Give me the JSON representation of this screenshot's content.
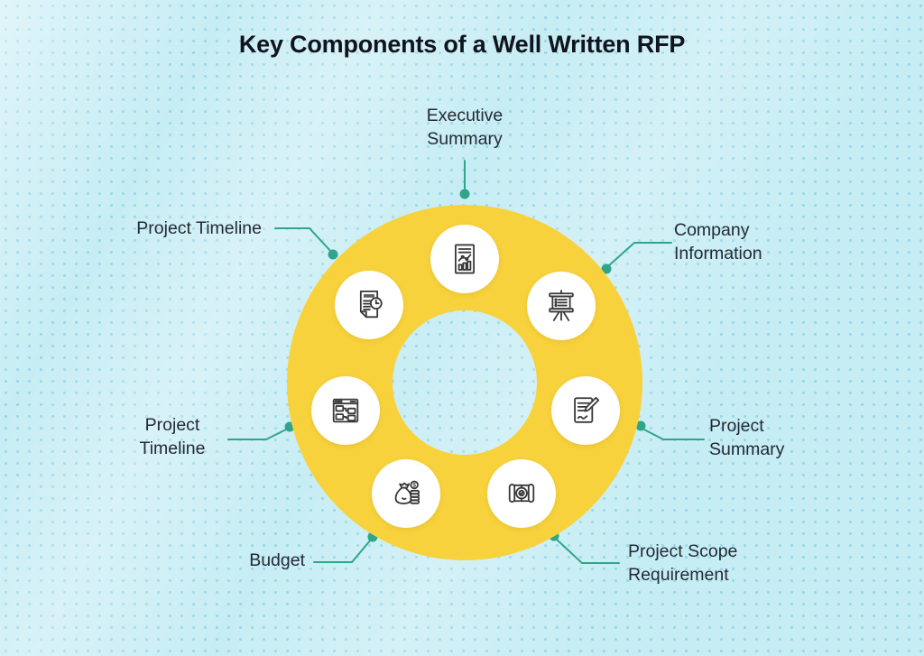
{
  "title": "Key Components of a Well Written RFP",
  "colors": {
    "background": "#c7edf4",
    "ring": "#f8d23c",
    "circle_fill": "#ffffff",
    "icon_stroke": "#383838",
    "connector": "#2fa58a",
    "label_text": "#232a36",
    "title_text": "#10141c"
  },
  "diagram": {
    "type": "circular-cycle",
    "center_shape": "yellow-donut-ring",
    "items": [
      {
        "label": "Executive Summary",
        "icon": "report-chart-icon",
        "position": "top"
      },
      {
        "label": "Company Information",
        "icon": "presentation-board-icon",
        "position": "top-right"
      },
      {
        "label": "Project Summary",
        "icon": "document-pen-icon",
        "position": "right"
      },
      {
        "label": "Project Scope Requirement",
        "icon": "blueprint-target-icon",
        "position": "bottom-right"
      },
      {
        "label": "Budget",
        "icon": "money-bag-icon",
        "position": "bottom-left"
      },
      {
        "label": "Project Timeline",
        "icon": "flowchart-window-icon",
        "position": "left"
      },
      {
        "label": "Project Timeline",
        "icon": "document-clock-icon",
        "position": "top-left"
      }
    ]
  }
}
